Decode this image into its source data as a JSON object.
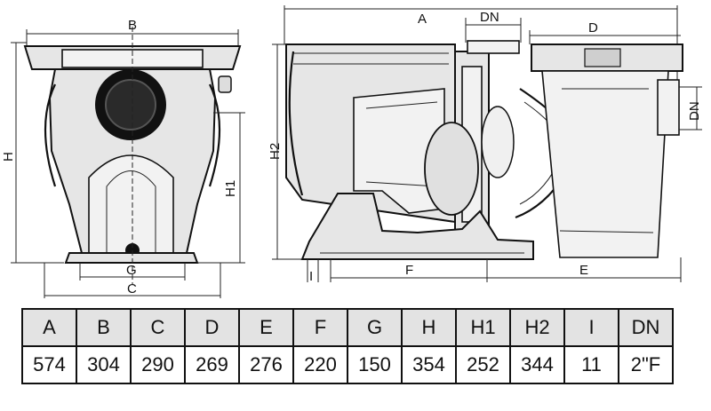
{
  "drawing_labels": {
    "A": "A",
    "B": "B",
    "C": "C",
    "D": "D",
    "E": "E",
    "F": "F",
    "G": "G",
    "H": "H",
    "H1": "H1",
    "H2": "H2",
    "I": "I",
    "DN_top": "DN",
    "DN_side": "DN"
  },
  "table": {
    "headers": [
      "A",
      "B",
      "C",
      "D",
      "E",
      "F",
      "G",
      "H",
      "H1",
      "H2",
      "I",
      "DN"
    ],
    "values": [
      "574",
      "304",
      "290",
      "269",
      "276",
      "220",
      "150",
      "354",
      "252",
      "344",
      "11",
      "2\"F"
    ]
  }
}
